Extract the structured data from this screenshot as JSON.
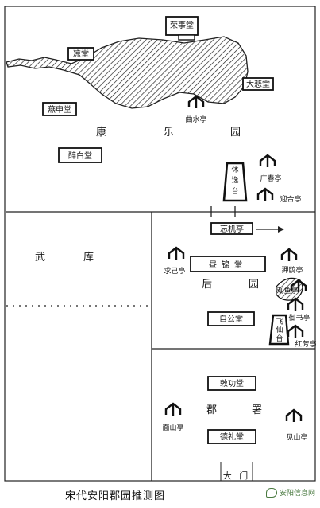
{
  "halls": {
    "rongshi": "荣事堂",
    "liang": "凉堂",
    "dabei": "大悲堂",
    "yanshen": "燕申堂",
    "zuibai": "醉白堂",
    "wangji": "忘机亭",
    "zhoujin": "昼锦堂",
    "zigong": "自公堂",
    "chigong": "敕功堂",
    "deli": "德礼堂"
  },
  "pavilions": {
    "qushui": "曲水亭",
    "xiuyi": "休逸台",
    "guangchun": "广春亭",
    "yinghe": "迎合亭",
    "qiuji": "求己亭",
    "yaji": "狎鸥亭",
    "guanyu": "观鱼亭",
    "feixian": "飞仙台",
    "yushu": "御书亭",
    "hongfang": "红芳亭",
    "mianshan": "面山亭",
    "jianshan": "见山亭"
  },
  "areas": {
    "kangle": [
      "康",
      "乐",
      "园"
    ],
    "wuku": [
      "武",
      "库"
    ],
    "houyuan": [
      "后",
      "园"
    ],
    "junshu": [
      "郡",
      "署"
    ]
  },
  "gate": "大 门",
  "caption": "宋代安阳郡园推测图",
  "watermark": "安阳信息网"
}
